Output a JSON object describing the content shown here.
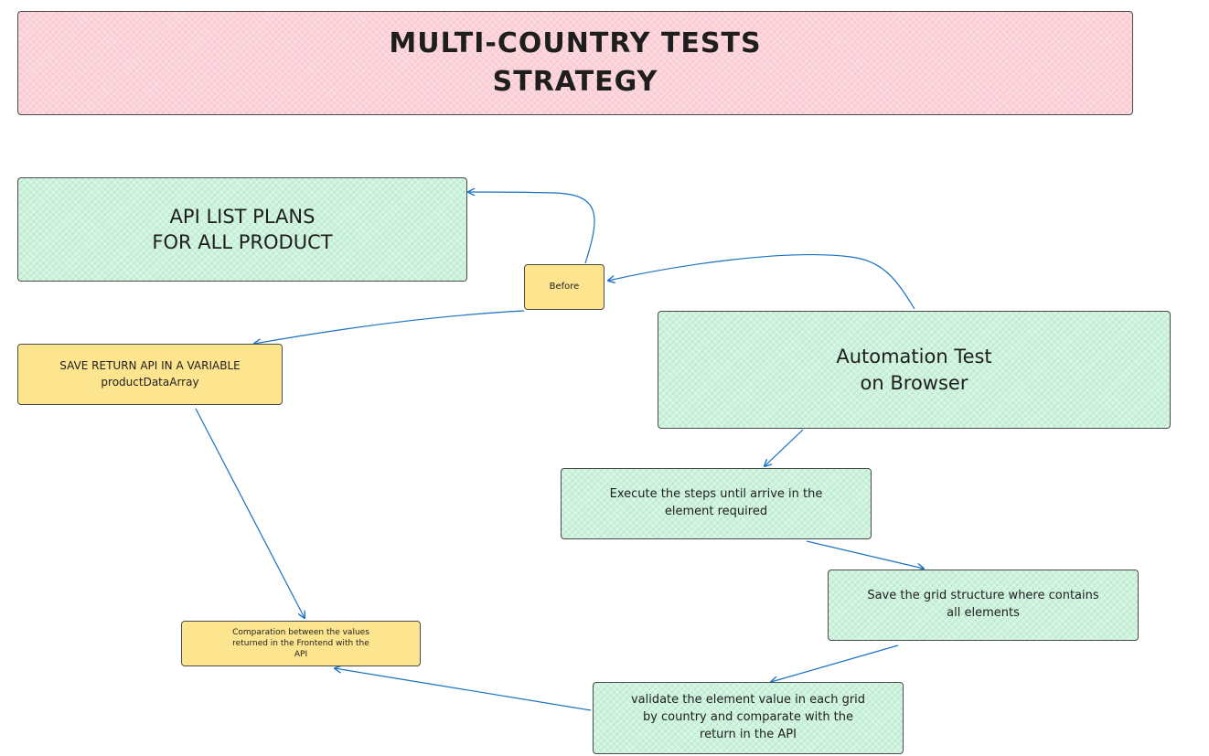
{
  "colors": {
    "title_fill": "#fbd3da",
    "process_fill": "#cdf2dd",
    "note_fill": "#fde58f",
    "arrow": "#1971c2",
    "border": "#4a4a4a"
  },
  "nodes": {
    "title": "MULTI-COUNTRY TESTS\nSTRATEGY",
    "api_list": "API LIST PLANS\nFOR ALL PRODUCT",
    "before": "Before",
    "save_return": "SAVE RETURN API IN A VARIABLE\nproductDataArray",
    "automation": "Automation Test\non Browser",
    "execute_steps": "Execute the steps until arrive in the\nelement required",
    "save_grid": "Save the grid structure where contains\nall elements",
    "validate": "validate the element value in each grid\nby country and comparate with the\nreturn in the API",
    "comparation": "Comparation between the values\nreturned in the Frontend with the\nAPI"
  }
}
